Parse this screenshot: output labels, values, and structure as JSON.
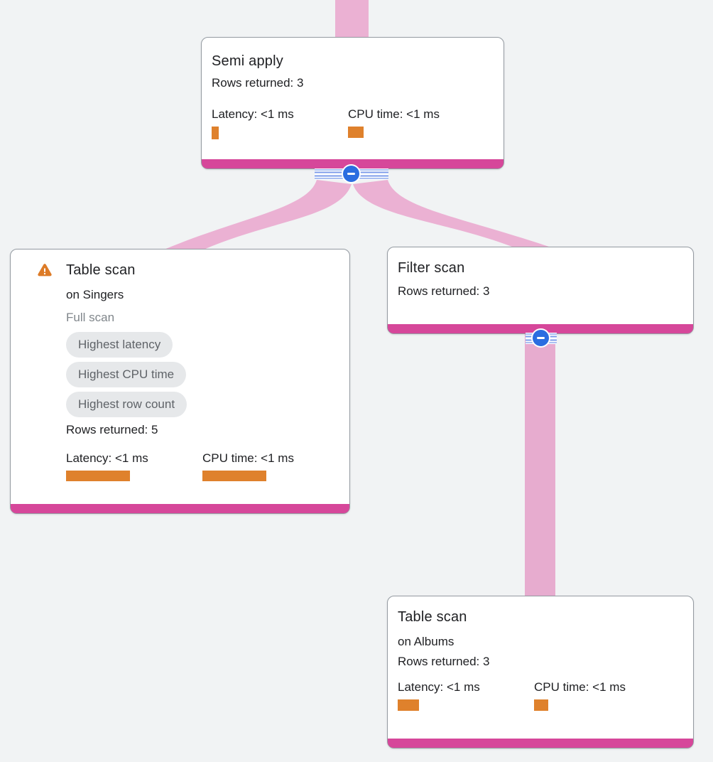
{
  "colors": {
    "background": "#f1f3f4",
    "edge_pink": "#ebb1d3",
    "node_accent_magenta": "#d6479a",
    "metric_bar_orange": "#df812c",
    "warning_orange": "#dd7b27",
    "collapse_blue": "#2b6de0",
    "chip_bg": "#e6e8ea",
    "chip_text": "#5f6368"
  },
  "icons": {
    "warning": "warning-triangle-icon",
    "collapse": "minus-circle-icon"
  },
  "nodes": {
    "semi_apply": {
      "title": "Semi apply",
      "rows_returned": "Rows returned: 3",
      "latency_label": "Latency: <1 ms",
      "cpu_label": "CPU time: <1 ms"
    },
    "table_scan_singers": {
      "title": "Table scan",
      "subtitle": "on Singers",
      "scan_mode": "Full scan",
      "badges": [
        "Highest latency",
        "Highest CPU time",
        "Highest row count"
      ],
      "rows_returned": "Rows returned: 5",
      "latency_label": "Latency: <1 ms",
      "cpu_label": "CPU time: <1 ms"
    },
    "filter_scan": {
      "title": "Filter scan",
      "rows_returned": "Rows returned: 3"
    },
    "table_scan_albums": {
      "title": "Table scan",
      "subtitle": "on Albums",
      "rows_returned": "Rows returned: 3",
      "latency_label": "Latency: <1 ms",
      "cpu_label": "CPU time: <1 ms"
    }
  }
}
